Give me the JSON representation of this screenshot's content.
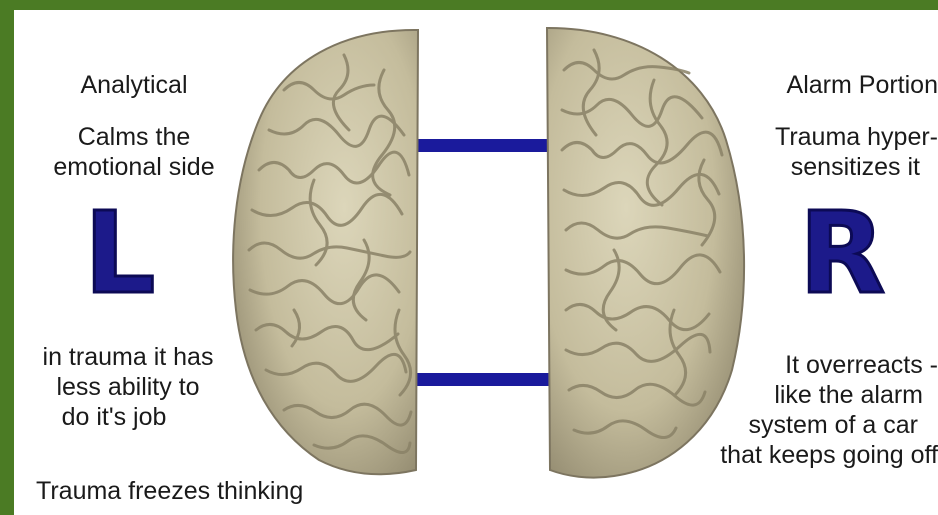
{
  "left_side": {
    "letter": "L",
    "heading": "Analytical",
    "calms_line1": "Calms the",
    "calms_line2": "emotional side",
    "trauma_line1": "in trauma it has",
    "trauma_line2": "less ability to",
    "trauma_line3": "do it's job",
    "freezes": "Trauma freezes thinking"
  },
  "right_side": {
    "letter": "R",
    "heading": "Alarm Portion",
    "hyper_line1": "Trauma hyper-",
    "hyper_line2": "sensitizes it",
    "overreacts_line1": "It overreacts -",
    "overreacts_line2": "like the alarm",
    "overreacts_line3": "system of a car",
    "overreacts_line4": "that keeps going off"
  },
  "colors": {
    "border": "#4b7b24",
    "letter": "#1c1a8a",
    "connector": "#1a1a9c",
    "brain": "#c9c0a1"
  }
}
